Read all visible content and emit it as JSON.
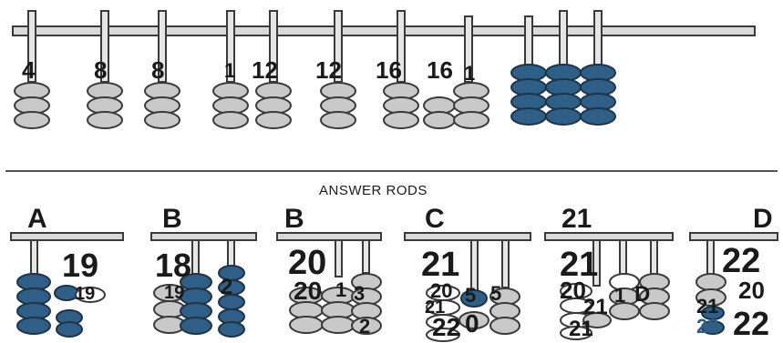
{
  "puzzle": {
    "divider_label": "ANSWER RODS",
    "colors": {
      "blue_bead": "#2f5f86",
      "grey_bead": "#c9c9c9",
      "rail": "#d9d9d9",
      "outline": "#3a3a3a"
    },
    "question_rods": [
      {
        "label": "4",
        "grey_beads": 3,
        "blue_beads": 0
      },
      {
        "label": "8",
        "grey_beads": 3,
        "blue_beads": 0
      },
      {
        "label": "8",
        "grey_beads": 3,
        "blue_beads": 0
      },
      {
        "label": "1",
        "grey_beads": 3,
        "blue_beads": 0
      },
      {
        "label": "12",
        "grey_beads": 3,
        "blue_beads": 0
      },
      {
        "label": "12",
        "grey_beads": 3,
        "blue_beads": 0
      },
      {
        "label": "16",
        "grey_beads": 3,
        "blue_beads": 0
      },
      {
        "label": "16",
        "grey_beads": 2,
        "blue_beads": 0
      },
      {
        "label": "1",
        "grey_beads": 3,
        "blue_beads": 0
      },
      {
        "label": "",
        "grey_beads": 0,
        "blue_beads": 4
      },
      {
        "label": "",
        "grey_beads": 0,
        "blue_beads": 4
      },
      {
        "label": "",
        "grey_beads": 0,
        "blue_beads": 4
      }
    ],
    "answer_panels": [
      {
        "letter": "A",
        "labels": [
          "19",
          "19"
        ]
      },
      {
        "letter": "B",
        "labels": [
          "18",
          "19",
          "2"
        ]
      },
      {
        "letter": "B",
        "labels": [
          "20",
          "20",
          "1",
          "3",
          "2"
        ]
      },
      {
        "letter": "C",
        "labels": [
          "21",
          "20",
          "21",
          "5",
          "5",
          "22",
          "0"
        ]
      },
      {
        "letter": "21",
        "labels": [
          "21",
          "20",
          "21",
          "21",
          "1",
          "D"
        ]
      },
      {
        "letter": "D",
        "labels": [
          "22",
          "20",
          "21",
          "22",
          "22"
        ]
      }
    ]
  }
}
